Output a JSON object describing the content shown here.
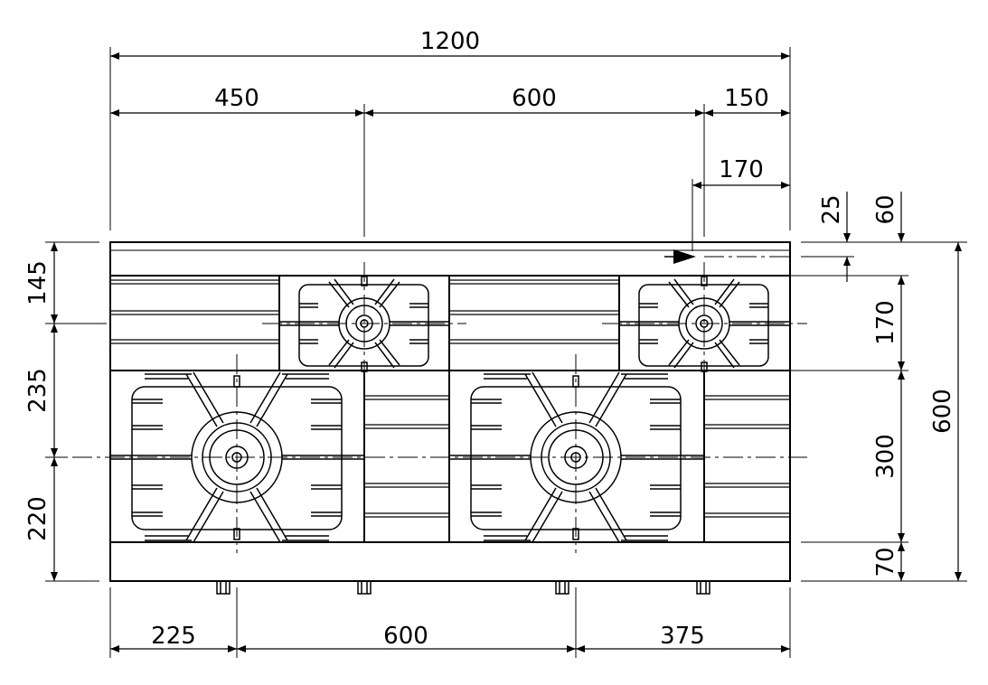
{
  "dimensions": {
    "overall_width": "1200",
    "top_left_segment": "450",
    "top_mid_segment": "600",
    "top_right_segment": "150",
    "top_right_offset": "170",
    "right_small_25": "25",
    "right_small_60": "60",
    "right_170": "170",
    "right_300": "300",
    "right_70": "70",
    "right_total_600": "600",
    "left_145": "145",
    "left_235": "235",
    "left_220": "220",
    "bottom_225": "225",
    "bottom_600": "600",
    "bottom_375": "375"
  }
}
